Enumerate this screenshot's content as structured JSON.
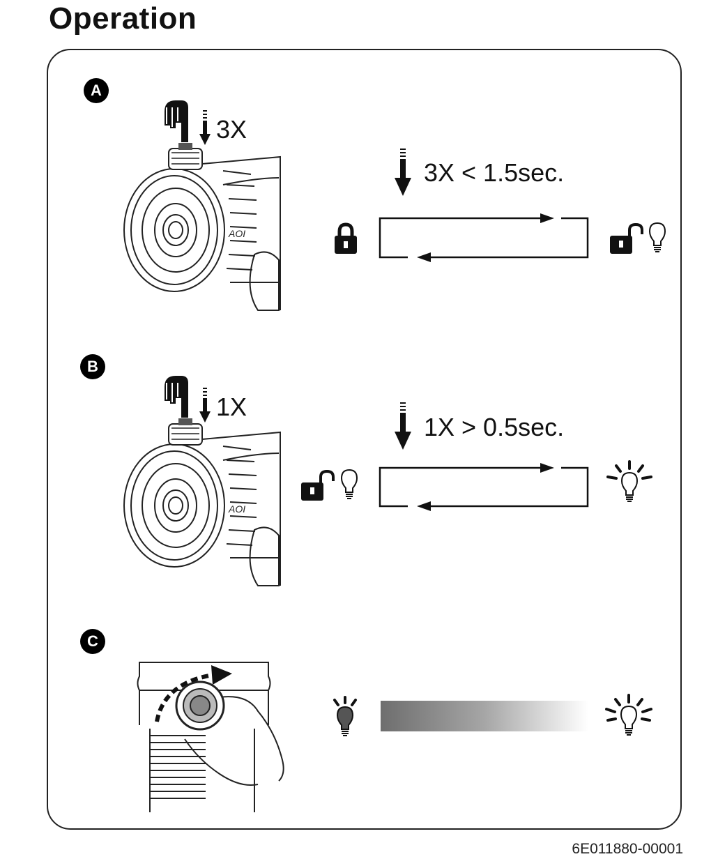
{
  "page": {
    "title": "Operation",
    "doc_code": "6E011880-00001"
  },
  "steps": [
    {
      "badge": "A",
      "press_count": "3X",
      "timing": "3X < 1.5sec."
    },
    {
      "badge": "B",
      "press_count": "1X",
      "timing": "1X > 0.5sec."
    },
    {
      "badge": "C"
    }
  ],
  "icons": {
    "lock": "lock-closed-icon",
    "unlock": "lock-open-icon",
    "bulb_off": "bulb-off-icon",
    "bulb_on": "bulb-on-icon",
    "bulb_dim": "bulb-dim-icon",
    "hand_press": "finger-press-icon",
    "hand_turn": "hand-rotate-icon",
    "press_arrow": "press-down-arrow-icon"
  },
  "colors": {
    "ink": "#000000",
    "gradient_dark": "#6e6e6e",
    "gradient_light": "#ffffff"
  }
}
